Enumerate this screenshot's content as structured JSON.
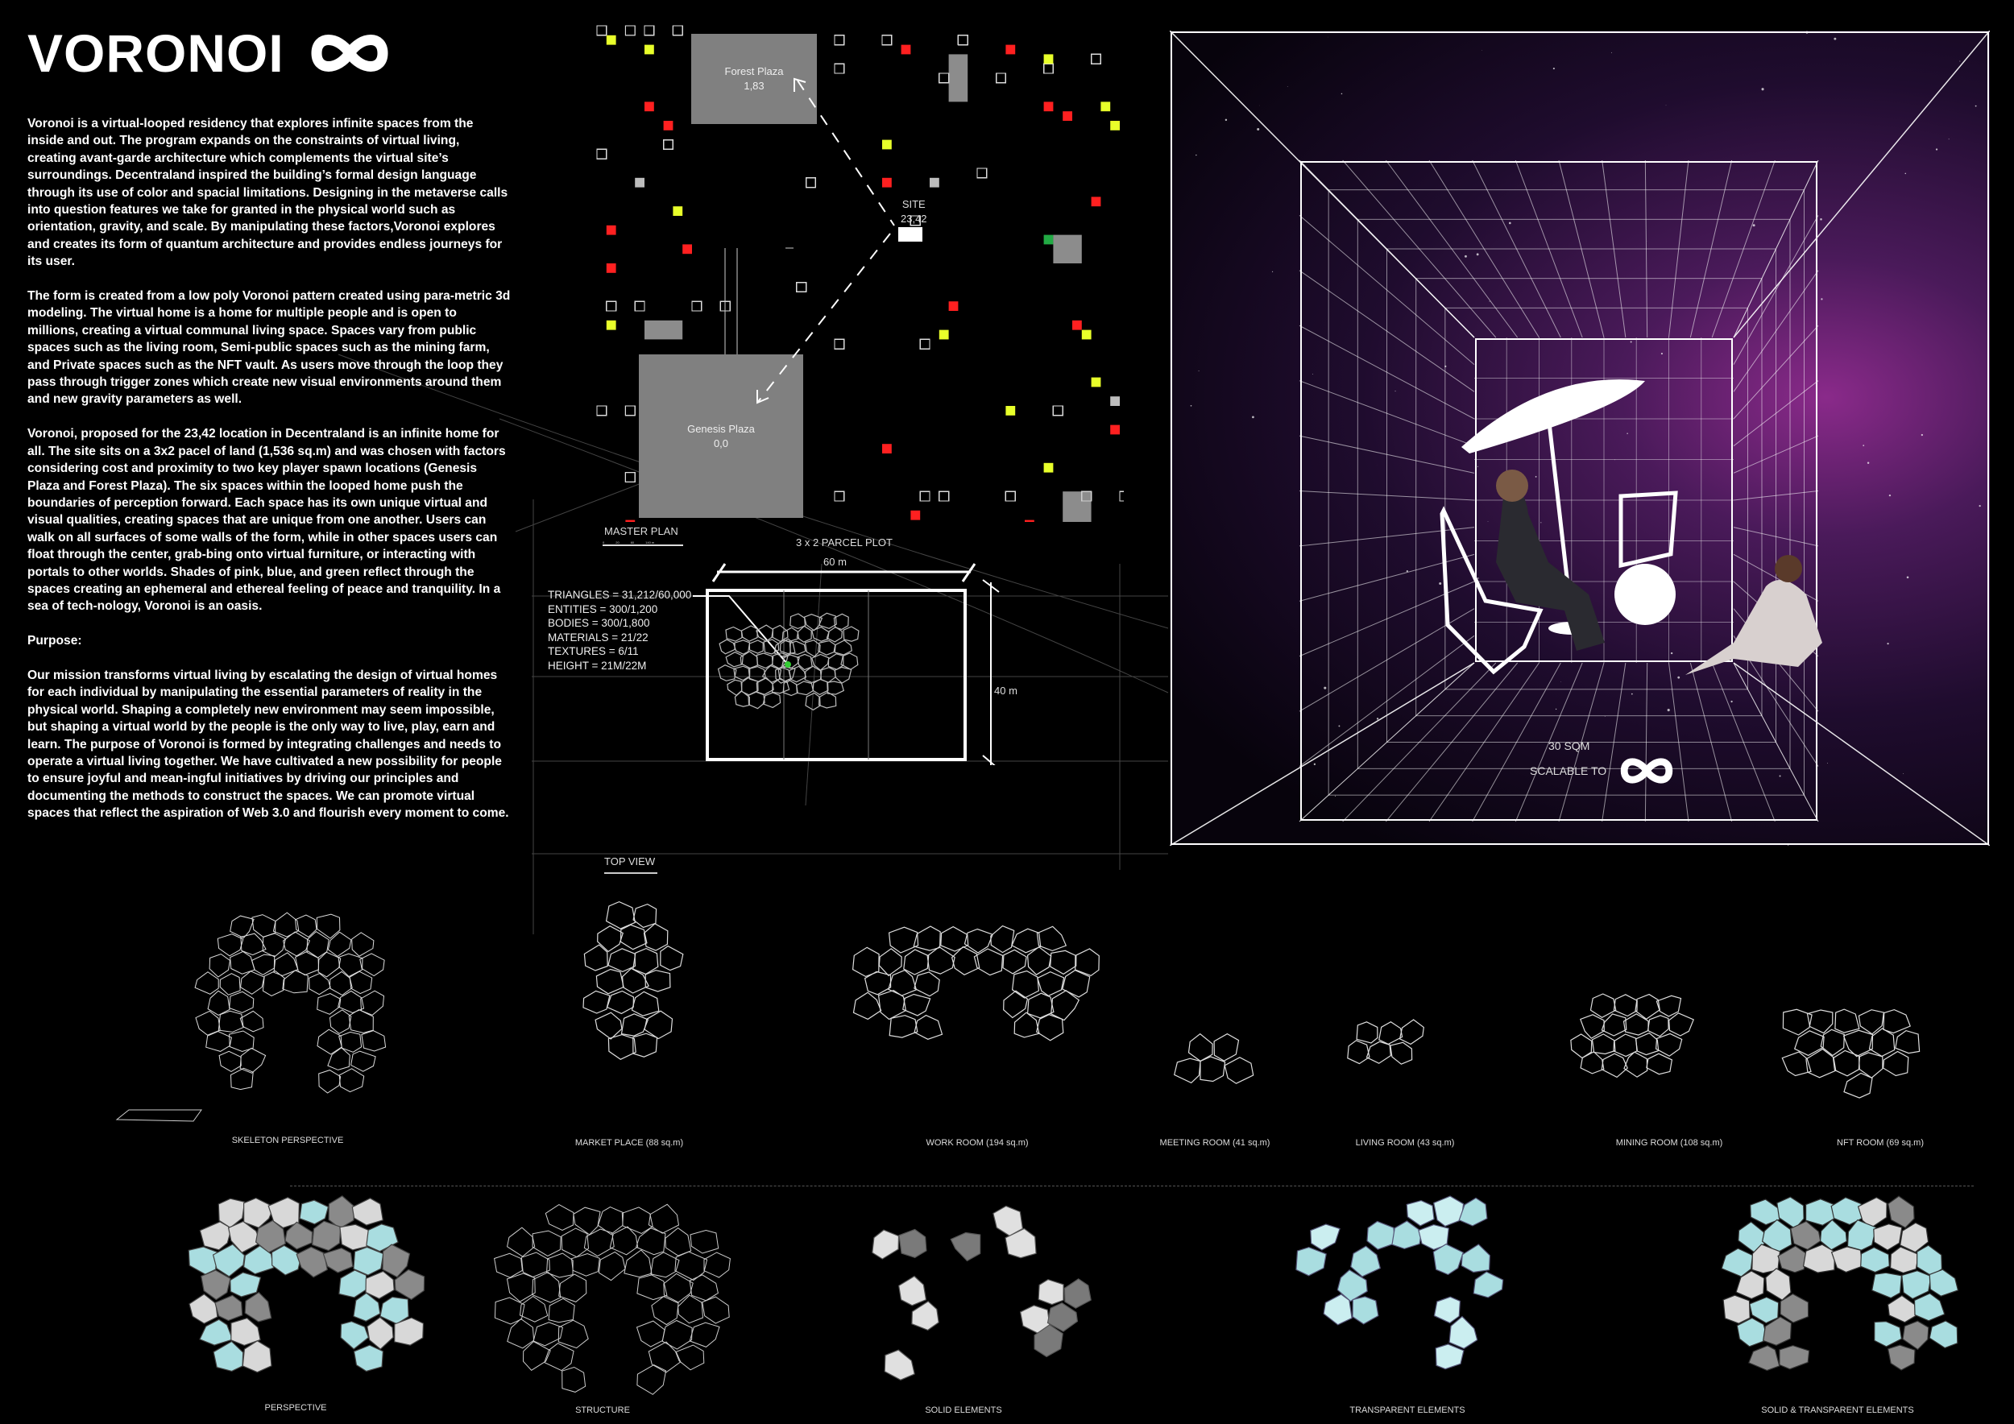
{
  "title": "VORONOI",
  "title_icon": "infinity-icon",
  "paragraphs": [
    "Voronoi is a virtual-looped residency that explores infinite spaces from the inside and out. The program expands on the constraints of virtual living, creating avant-garde architecture which complements the virtual site’s surroundings. Decentraland inspired the building’s formal design language through its use of color and spacial limitations. Designing in the metaverse calls into question features we take for granted in the physical world such as orientation, gravity, and scale. By manipulating these factors,Voronoi explores and creates its form of quantum architecture and provides endless journeys for its user.",
    "The form is created from a low poly Voronoi pattern created using para-metric 3d modeling. The virtual home is a home for multiple people and is open to millions, creating a virtual communal living space. Spaces vary from public spaces such as the living room, Semi-public spaces such as the mining farm, and Private spaces such as the NFT vault. As users move through the loop they pass through trigger zones which create new visual environments around them and new gravity parameters as well.",
    "Voronoi, proposed for the 23,42 location in Decentraland is an infinite home for all. The site sits on a 3x2 pacel of land (1,536 sq.m) and was chosen with factors considering cost and proximity to two key player spawn locations (Genesis Plaza and Forest Plaza). The six spaces within the looped home push the boundaries of perception forward. Each space has its own unique virtual and visual qualities, creating spaces that are unique from one another. Users can walk on all surfaces of some walls of the form, while in other spaces users can float through the center, grab-bing onto virtual furniture, or interacting with portals to other worlds. Shades of pink, blue, and green reflect through the spaces creating an ephemeral and ethereal feeling of peace and tranquility. In a sea of tech-nology, Voronoi is an oasis.",
    "Purpose:",
    "Our mission transforms virtual living by escalating the design of virtual homes for each individual by manipulating the essential parameters of reality in the physical world. Shaping a completely new environment may seem impossible, but shaping a virtual world by the people is the only way to live, play, earn and learn. The purpose of Voronoi is formed by integrating challenges and needs to operate a virtual living together. We have cultivated a new possibility for people to ensure joyful and mean-ingful initiatives by driving our principles and documenting the methods to construct the spaces. We can promote virtual spaces that reflect the aspiration of Web 3.0 and flourish every moment to come."
  ],
  "master_plan": {
    "label": "MASTER PLAN",
    "scale_ticks": [
      "0",
      "20",
      "60",
      "140 m"
    ],
    "forest_plaza": {
      "name": "Forest Plaza",
      "coords": "1,83"
    },
    "genesis_plaza": {
      "name": "Genesis Plaza",
      "coords": "0,0"
    },
    "site": {
      "name": "SITE",
      "coords": "23,42"
    },
    "colors": {
      "red": "#ff2020",
      "yellow": "#e8ff2a",
      "green": "#22aa44",
      "grey": "#bdbdbd",
      "plaza": "#808080"
    }
  },
  "parcel": {
    "title": "3 x 2 PARCEL PLOT",
    "width": "60 m",
    "height": "40 m",
    "stats": [
      "TRIANGLES = 31,212/60,000",
      "ENTITIES = 300/1,200",
      "BODIES = 300/1,800",
      "MATERIALS = 21/22",
      "TEXTURES = 6/11",
      "HEIGHT = 21M/22M"
    ],
    "top_view": "TOP VIEW"
  },
  "render": {
    "area": "30 SQM",
    "scalable": "SCALABLE TO",
    "icon": "infinity-icon"
  },
  "row1": [
    {
      "caption": "SKELETON PERSPECTIVE"
    },
    {
      "caption": "MARKET PLACE (88 sq.m)"
    },
    {
      "caption": "WORK ROOM (194 sq.m)"
    },
    {
      "caption": "MEETING ROOM (41 sq.m)"
    },
    {
      "caption": "LIVING ROOM (43 sq.m)"
    },
    {
      "caption": "MINING ROOM (108 sq.m)"
    },
    {
      "caption": "NFT ROOM (69 sq.m)"
    }
  ],
  "row2": [
    {
      "caption": "PERSPECTIVE"
    },
    {
      "caption": "STRUCTURE"
    },
    {
      "caption": "SOLID ELEMENTS"
    },
    {
      "caption": "TRANSPARENT ELEMENTS"
    },
    {
      "caption": "SOLID & TRANSPARENT ELEMENTS"
    }
  ],
  "accent": {
    "cyan": "#a9dde0",
    "grey": "#9a9a9a"
  }
}
